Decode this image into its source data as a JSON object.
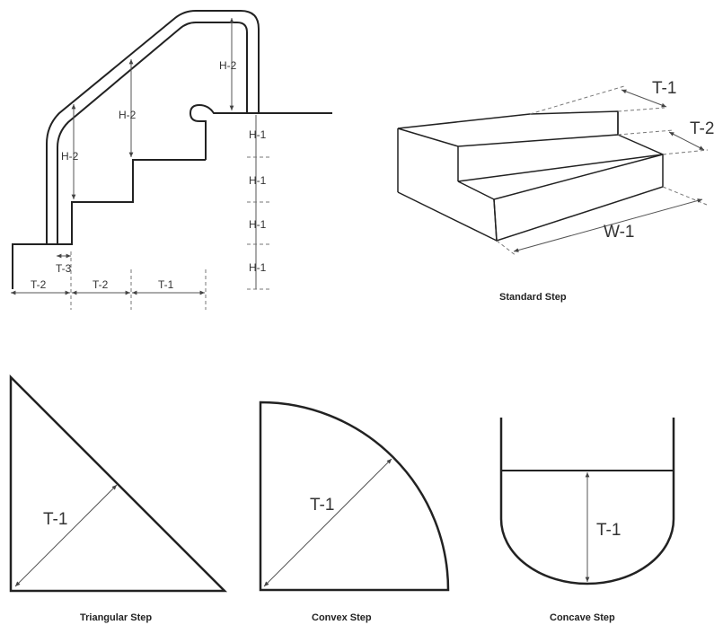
{
  "ladder": {
    "labels": {
      "h2_top": "H-2",
      "h2_mid": "H-2",
      "h2_low": "H-2",
      "h1_a": "H-1",
      "h1_b": "H-1",
      "h1_c": "H-1",
      "h1_d": "H-1",
      "t3": "T-3",
      "t2_left": "T-2",
      "t2_mid": "T-2",
      "t1": "T-1"
    }
  },
  "standard_step": {
    "caption": "Standard Step",
    "t1": "T-1",
    "t2": "T-2",
    "w1": "W-1"
  },
  "triangular_step": {
    "caption": "Triangular Step",
    "t1": "T-1"
  },
  "convex_step": {
    "caption": "Convex Step",
    "t1": "T-1"
  },
  "concave_step": {
    "caption": "Concave Step",
    "t1": "T-1"
  }
}
